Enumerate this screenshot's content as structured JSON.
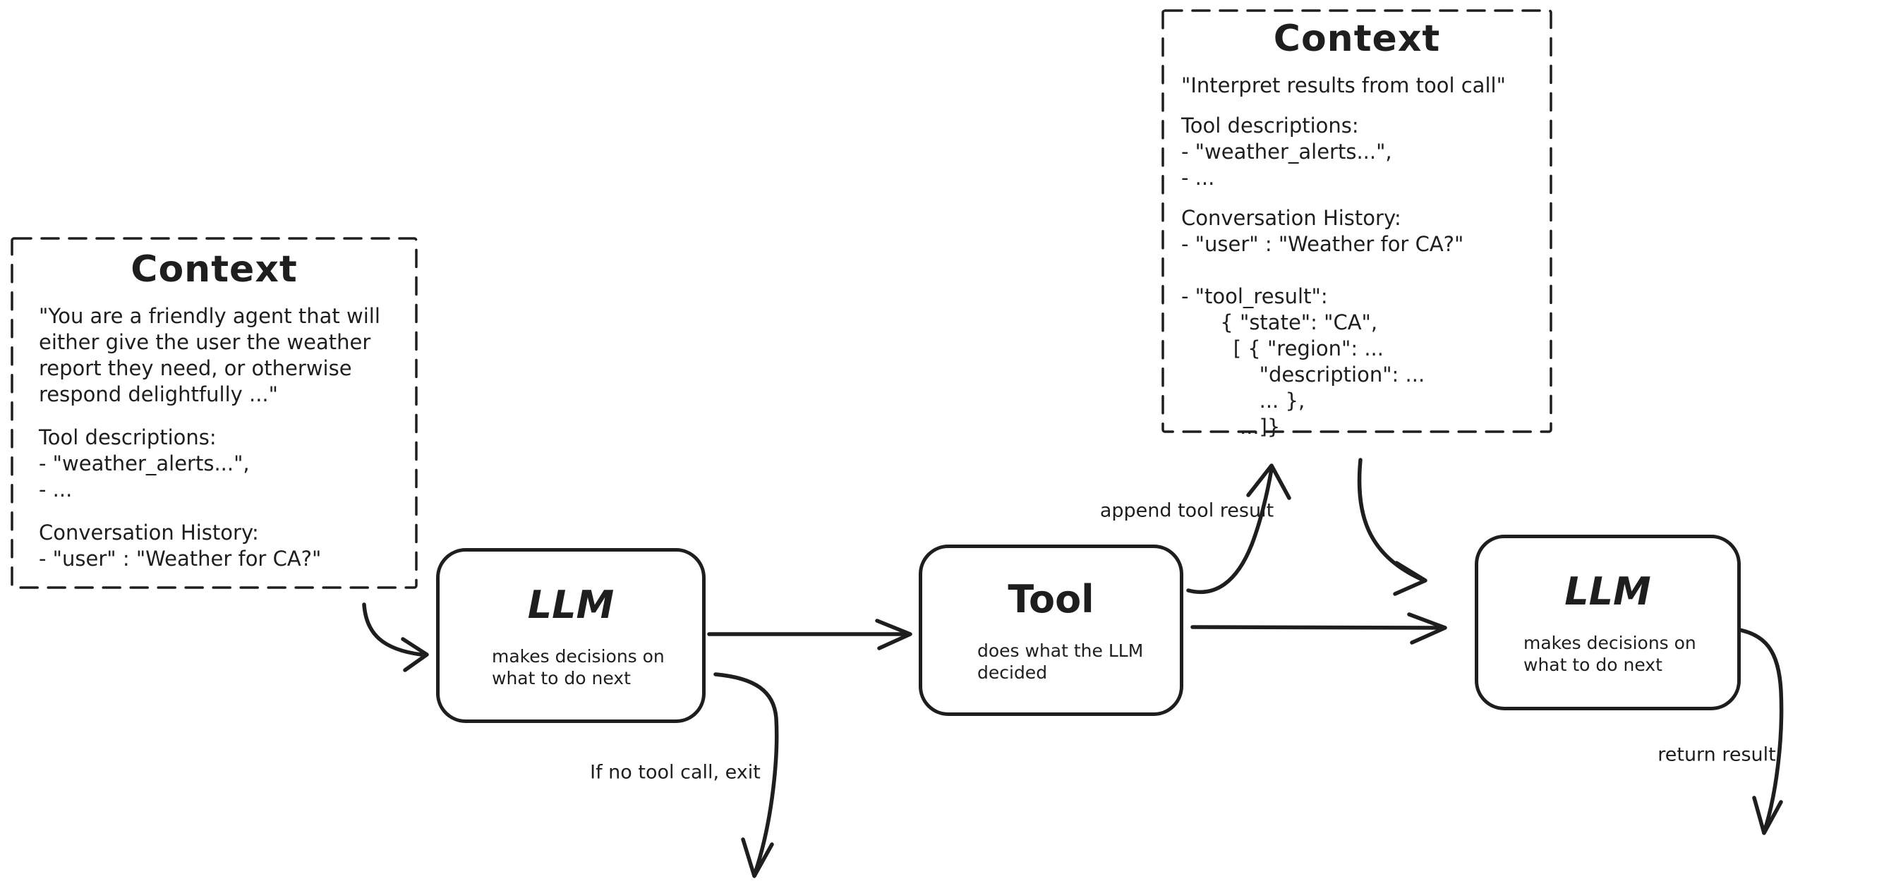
{
  "diagram": {
    "background": "#ffffff",
    "ink_color": "#1e1e1e"
  },
  "context1": {
    "title": "Context",
    "system_prompt": "\"You are a friendly agent that will\neither give the user the weather\nreport they need, or otherwise\nrespond delightfully ...\"",
    "tool_descriptions": "Tool descriptions:\n- \"weather_alerts...\",\n- ...",
    "conversation_history": "Conversation History:\n- \"user\" : \"Weather for CA?\""
  },
  "context2": {
    "title": "Context",
    "system_prompt": "\"Interpret results from tool call\"",
    "tool_descriptions": "Tool descriptions:\n- \"weather_alerts...\",\n- ...",
    "conversation_history": "Conversation History:\n- \"user\" : \"Weather for CA?\"\n\n- \"tool_result\":\n      { \"state\": \"CA\",\n        [ { \"region\": ...\n            \"description\": ...\n            ... },\n         ...]}"
  },
  "nodes": {
    "llm1": {
      "title": "LLM",
      "subtitle": "makes decisions on\nwhat to do next"
    },
    "tool": {
      "title": "Tool",
      "subtitle": "does what the LLM\ndecided"
    },
    "llm2": {
      "title": "LLM",
      "subtitle": "makes decisions on\nwhat to do next"
    }
  },
  "edge_labels": {
    "if_no_tool_call_exit": "If no tool call, exit",
    "append_tool_result": "append tool result",
    "return_result": "return result"
  }
}
